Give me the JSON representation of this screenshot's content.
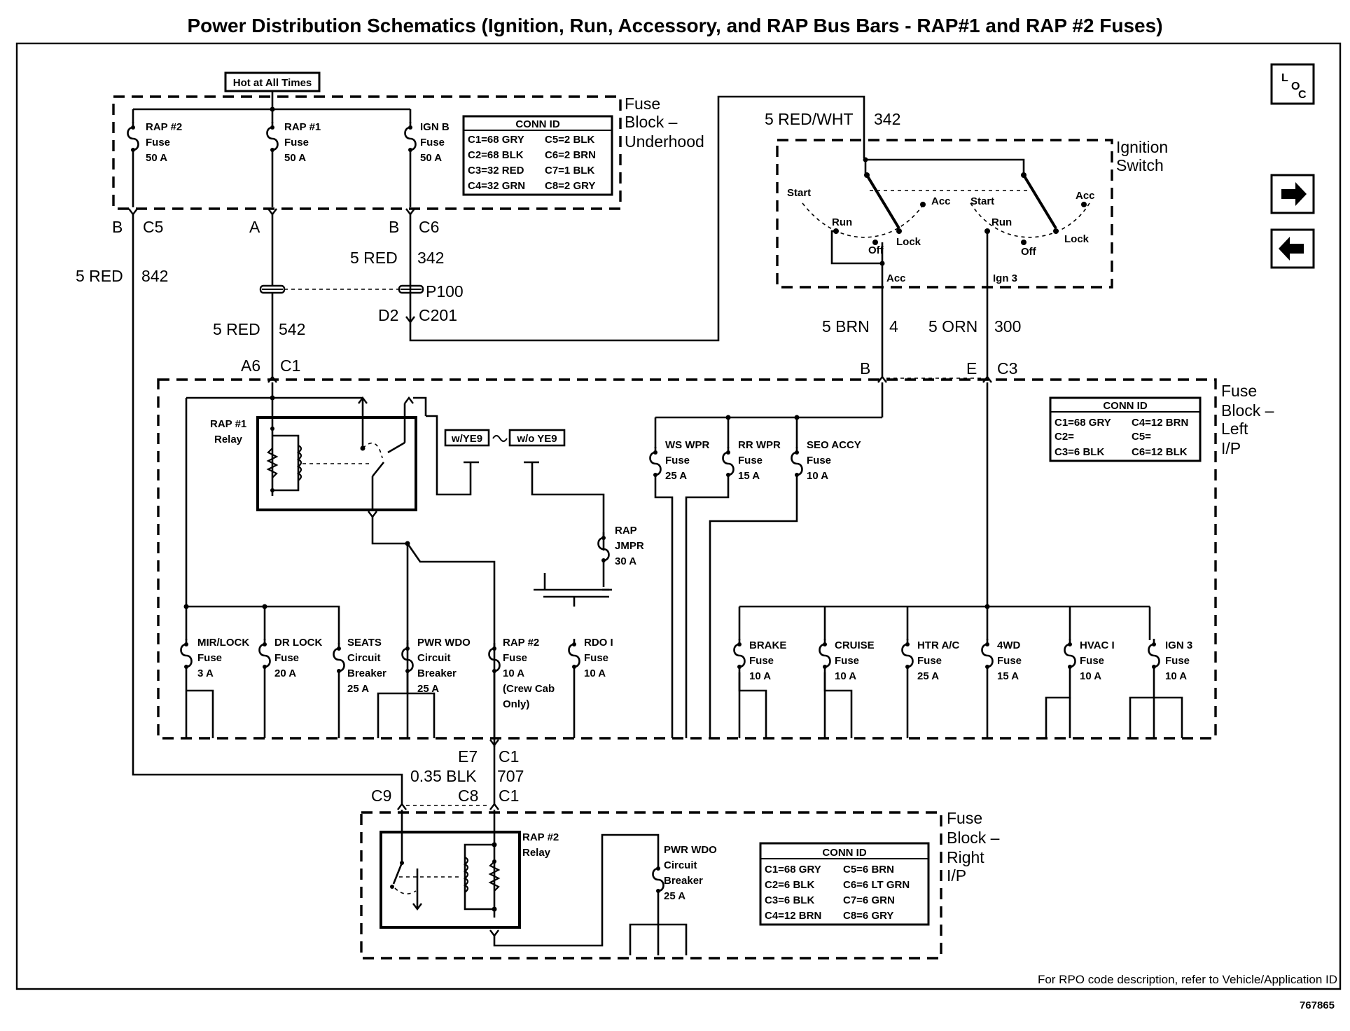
{
  "title": "Power Distribution Schematics (Ignition, Run, Accessory, and RAP Bus Bars - RAP#1 and RAP #2 Fuses)",
  "footer_note": "For RPO code description, refer to Vehicle/Application ID",
  "figure_id": "767865",
  "nav": {
    "loc_label": "LOC",
    "next_icon": "right-arrow-icon",
    "prev_icon": "left-arrow-icon"
  },
  "hot_label": "Hot at All Times",
  "underhood": {
    "name_1": "Fuse",
    "name_2": "Block –",
    "name_3": "Underhood",
    "fuses": [
      {
        "l1": "RAP #2",
        "l2": "Fuse",
        "l3": "50 A"
      },
      {
        "l1": "RAP #1",
        "l2": "Fuse",
        "l3": "50 A"
      },
      {
        "l1": "IGN B",
        "l2": "Fuse",
        "l3": "50 A"
      }
    ],
    "conn_title": "CONN ID",
    "conn_rows": [
      [
        "C1=68 GRY",
        "C5=2 BLK"
      ],
      [
        "C2=68 BLK",
        "C6=2 BRN"
      ],
      [
        "C3=32 RED",
        "C7=1 BLK"
      ],
      [
        "C4=32 GRN",
        "C8=2 GRY"
      ]
    ]
  },
  "wires": {
    "w842_gauge": "5 RED",
    "w842_num": "842",
    "w342a_gauge": "5 RED",
    "w342a_num": "342",
    "w542_gauge": "5 RED",
    "w542_num": "542",
    "w342b_gauge": "5 RED/WHT",
    "w342b_num": "342",
    "w4_gauge": "5 BRN",
    "w4_num": "4",
    "w300_gauge": "5 ORN",
    "w300_num": "300",
    "w707_gauge": "0.35 BLK",
    "w707_num": "707"
  },
  "connectors": {
    "b": "B",
    "c5": "C5",
    "a": "A",
    "b2": "B",
    "c6": "C6",
    "p100": "P100",
    "d2": "D2",
    "c201": "C201",
    "a6": "A6",
    "c1": "C1",
    "b3": "B",
    "e": "E",
    "c3": "C3",
    "e7": "E7",
    "c1b": "C1",
    "c9": "C9",
    "c8": "C8",
    "c1c": "C1"
  },
  "ignition": {
    "name_1": "Ignition",
    "name_2": "Switch",
    "start": "Start",
    "run": "Run",
    "off": "Off",
    "lock": "Lock",
    "acc": "Acc",
    "start2": "Start",
    "run2": "Run",
    "off2": "Off",
    "lock2": "Lock",
    "acc2": "Acc",
    "out_acc": "Acc",
    "out_ign3": "Ign 3"
  },
  "left_ip": {
    "name_1": "Fuse",
    "name_2": "Block –",
    "name_3": "Left",
    "name_4": "I/P",
    "relay_l1": "RAP #1",
    "relay_l2": "Relay",
    "ye9_with": "w/YE9",
    "ye9_without": "w/o YE9",
    "conn_title": "CONN ID",
    "conn_rows": [
      [
        "C1=68 GRY",
        "C4=12 BRN"
      ],
      [
        "C2=",
        "C5="
      ],
      [
        "C3=6 BLK",
        "C6=12 BLK"
      ]
    ],
    "top_fuses": [
      {
        "l1": "WS WPR",
        "l2": "Fuse",
        "l3": "25 A"
      },
      {
        "l1": "RR WPR",
        "l2": "Fuse",
        "l3": "15 A"
      },
      {
        "l1": "SEO ACCY",
        "l2": "Fuse",
        "l3": "10 A"
      }
    ],
    "jmpr": {
      "l1": "RAP",
      "l2": "JMPR",
      "l3": "30 A"
    },
    "bottom_fuses": [
      {
        "l1": "MIR/LOCK",
        "l2": "Fuse",
        "l3": "3 A",
        "l4": ""
      },
      {
        "l1": "DR LOCK",
        "l2": "Fuse",
        "l3": "20 A",
        "l4": ""
      },
      {
        "l1": "SEATS",
        "l2": "Circuit",
        "l3": "Breaker",
        "l4": "25 A"
      },
      {
        "l1": "PWR WDO",
        "l2": "Circuit",
        "l3": "Breaker",
        "l4": "25 A"
      },
      {
        "l1": "RAP #2",
        "l2": "Fuse",
        "l3": "10 A",
        "l4": "(Crew Cab",
        "l5": "Only)"
      },
      {
        "l1": "RDO I",
        "l2": "Fuse",
        "l3": "10 A",
        "l4": ""
      },
      {
        "l1": "BRAKE",
        "l2": "Fuse",
        "l3": "10 A",
        "l4": ""
      },
      {
        "l1": "CRUISE",
        "l2": "Fuse",
        "l3": "10 A",
        "l4": ""
      },
      {
        "l1": "HTR A/C",
        "l2": "Fuse",
        "l3": "25 A",
        "l4": ""
      },
      {
        "l1": "4WD",
        "l2": "Fuse",
        "l3": "15 A",
        "l4": ""
      },
      {
        "l1": "HVAC I",
        "l2": "Fuse",
        "l3": "10 A",
        "l4": ""
      },
      {
        "l1": "IGN 3",
        "l2": "Fuse",
        "l3": "10 A",
        "l4": ""
      }
    ]
  },
  "right_ip": {
    "name_1": "Fuse",
    "name_2": "Block –",
    "name_3": "Right",
    "name_4": "I/P",
    "relay_l1": "RAP #2",
    "relay_l2": "Relay",
    "cb_l1": "PWR WDO",
    "cb_l2": "Circuit",
    "cb_l3": "Breaker",
    "cb_l4": "25 A",
    "conn_title": "CONN ID",
    "conn_rows": [
      [
        "C1=68 GRY",
        "C5=6 BRN"
      ],
      [
        "C2=6 BLK",
        "C6=6 LT GRN"
      ],
      [
        "C3=6 BLK",
        "C7=6 GRN"
      ],
      [
        "C4=12 BRN",
        "C8=6 GRY"
      ]
    ]
  }
}
